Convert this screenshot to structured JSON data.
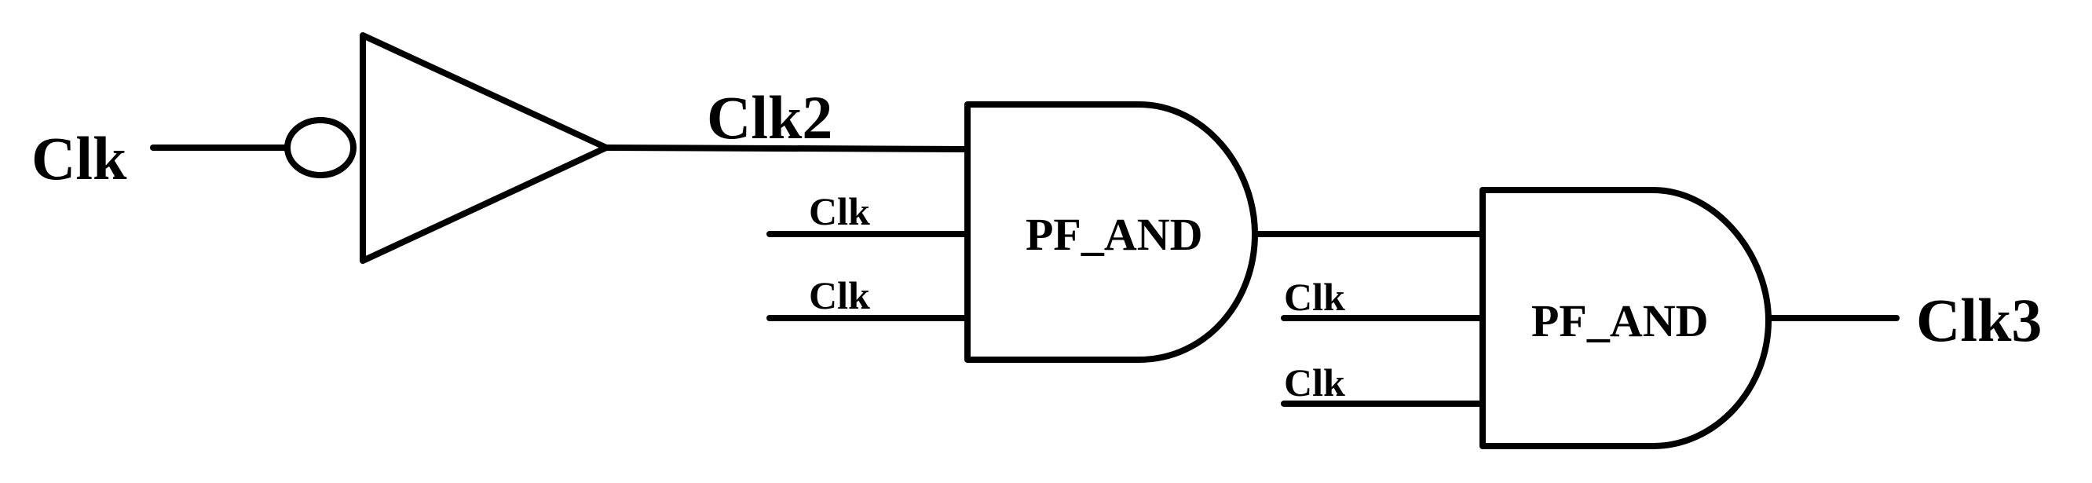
{
  "diagram": {
    "labels": {
      "input_clk": "Clk",
      "clk2": "Clk2",
      "gate1_in2": "Clk",
      "gate1_in3": "Clk",
      "gate1_name": "PF_AND",
      "gate2_in2": "Clk",
      "gate2_in3": "Clk",
      "gate2_name": "PF_AND",
      "output_clk3": "Clk3"
    }
  }
}
